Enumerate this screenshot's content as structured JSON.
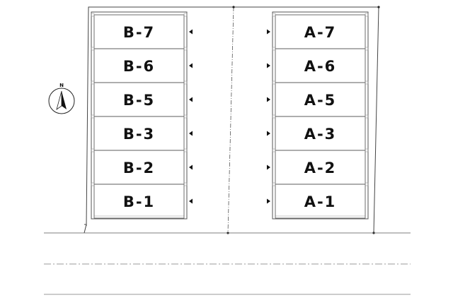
{
  "site_plan": {
    "compass": {
      "label": "N",
      "icon": "north-arrow-icon"
    },
    "row_b": {
      "lots": [
        "B-7",
        "B-6",
        "B-5",
        "B-3",
        "B-2",
        "B-1"
      ],
      "arrow_icon": "left-triangle-icon"
    },
    "row_a": {
      "lots": [
        "A-7",
        "A-6",
        "A-5",
        "A-3",
        "A-2",
        "A-1"
      ],
      "arrow_icon": "right-triangle-icon"
    }
  },
  "colors": {
    "line": "#333333",
    "lot_border": "#555555",
    "text": "#111111"
  }
}
